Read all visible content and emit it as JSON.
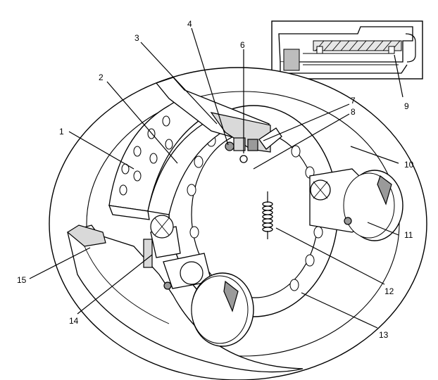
{
  "callouts": [
    {
      "id": "1",
      "label": "1"
    },
    {
      "id": "2",
      "label": "2"
    },
    {
      "id": "3",
      "label": "3"
    },
    {
      "id": "4",
      "label": "4"
    },
    {
      "id": "6",
      "label": "6"
    },
    {
      "id": "7",
      "label": "7"
    },
    {
      "id": "8",
      "label": "8"
    },
    {
      "id": "9",
      "label": "9"
    },
    {
      "id": "10",
      "label": "10"
    },
    {
      "id": "11",
      "label": "11"
    },
    {
      "id": "12",
      "label": "12"
    },
    {
      "id": "13",
      "label": "13"
    },
    {
      "id": "14",
      "label": "14"
    },
    {
      "id": "15",
      "label": "15"
    }
  ]
}
